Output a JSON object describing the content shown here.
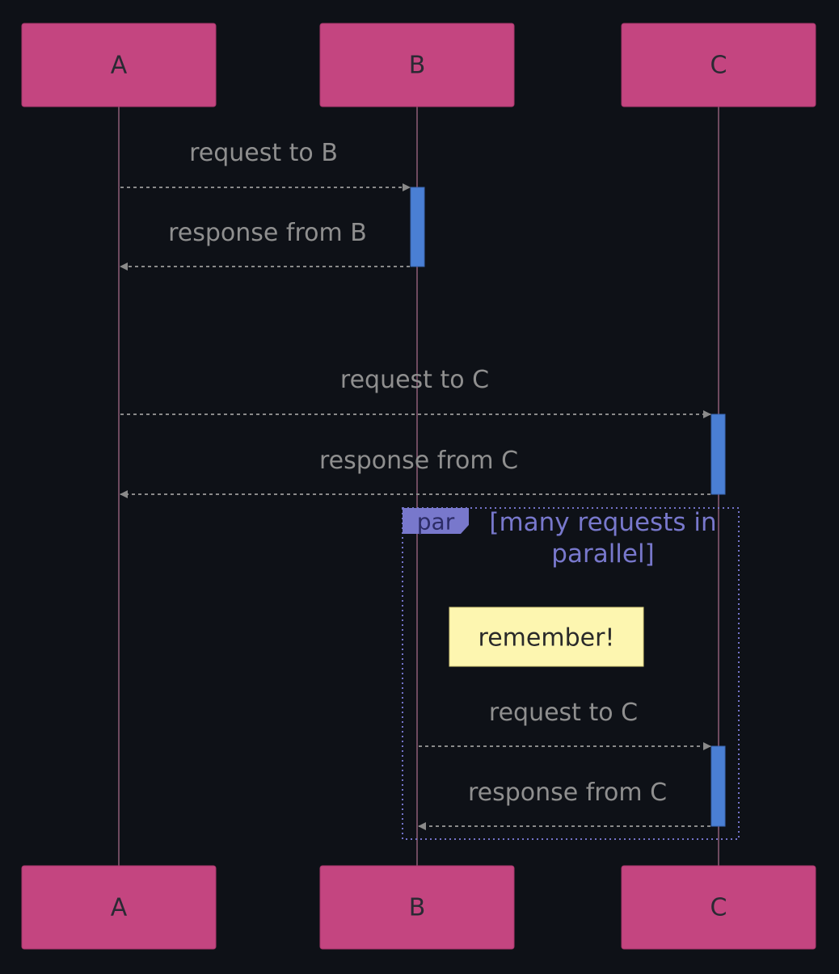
{
  "actors": [
    {
      "id": "A",
      "label": "A"
    },
    {
      "id": "B",
      "label": "B"
    },
    {
      "id": "C",
      "label": "C"
    }
  ],
  "messages": [
    {
      "from": "A",
      "to": "B",
      "label": "request to B"
    },
    {
      "from": "B",
      "to": "A",
      "label": "response from B"
    },
    {
      "from": "A",
      "to": "C",
      "label": "request to C"
    },
    {
      "from": "C",
      "to": "A",
      "label": "response from C"
    },
    {
      "from": "B",
      "to": "C",
      "label": "request to C"
    },
    {
      "from": "C",
      "to": "B",
      "label": "response from C"
    }
  ],
  "frame": {
    "kind": "par",
    "condition_line1": "[many requests in",
    "condition_line2": "parallel]"
  },
  "note": {
    "text": "remember!"
  },
  "colors": {
    "background": "#0e1117",
    "actor": "#c44580",
    "activation": "#4a7fd4",
    "frame": "#7878cc",
    "note": "#fdf6b0"
  }
}
